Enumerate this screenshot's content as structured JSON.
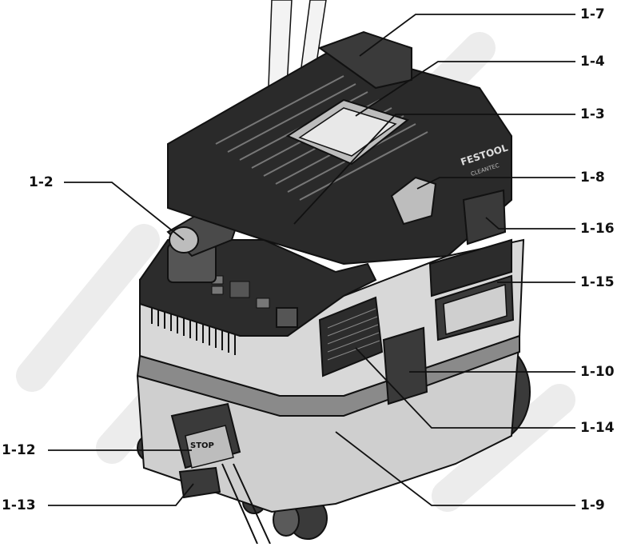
{
  "diagram": {
    "callouts": {
      "c1_7": "1-7",
      "c1_4": "1-4",
      "c1_3": "1-3",
      "c1_8": "1-8",
      "c1_2": "1-2",
      "c1_16": "1-16",
      "c1_15": "1-15",
      "c1_10": "1-10",
      "c1_14": "1-14",
      "c1_12": "1-12",
      "c1_13": "1-13",
      "c1_9": "1-9"
    },
    "product_text": {
      "brand": "FESTOOL",
      "model": "CLEANTEC",
      "stop_label": "STOP"
    },
    "colors": {
      "body_dark": "#2c2c2c",
      "body_grey": "#c8c8c8",
      "outline": "#111111",
      "watermark": "#ececec"
    }
  }
}
